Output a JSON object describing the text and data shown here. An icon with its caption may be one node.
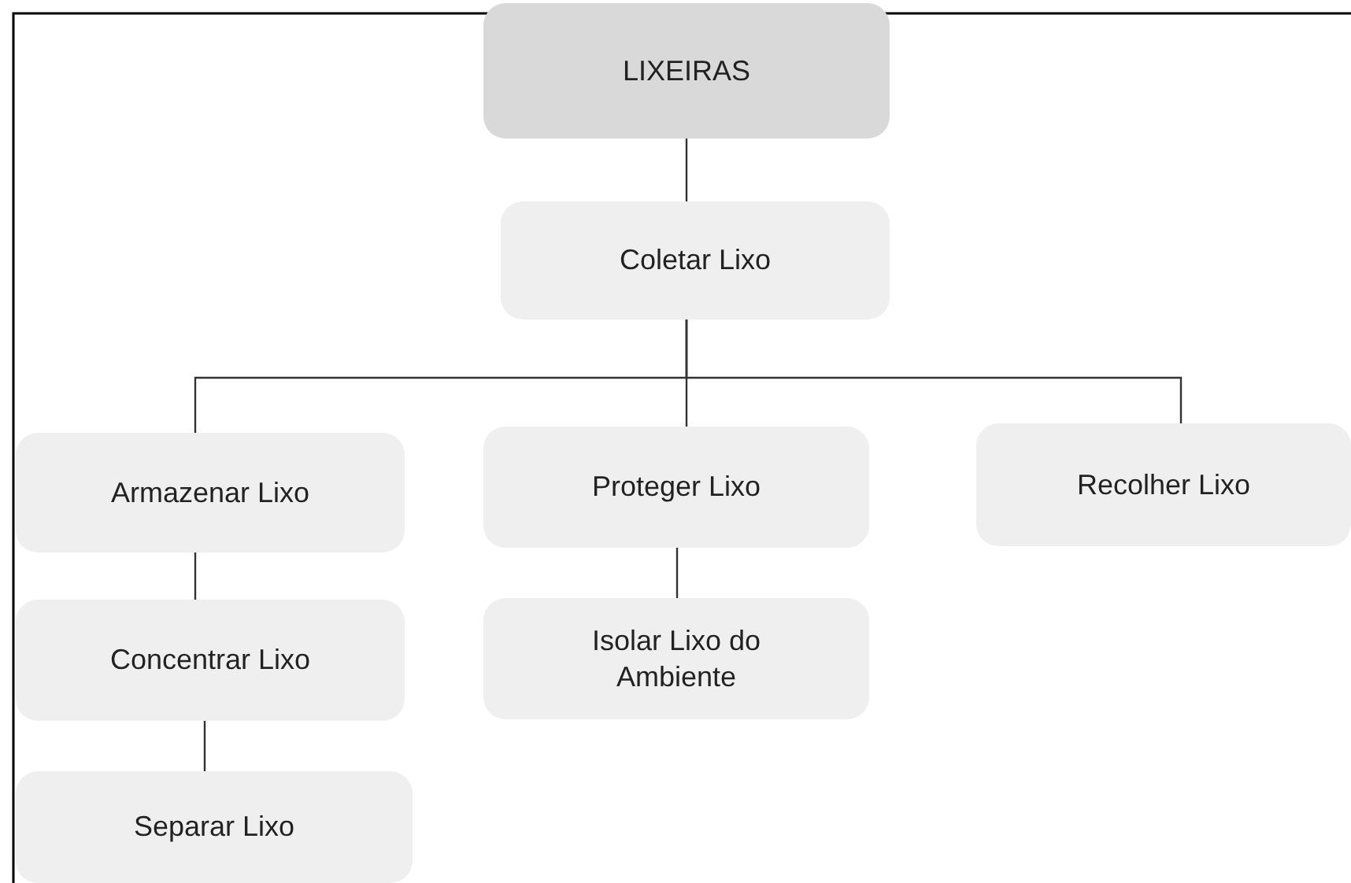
{
  "diagram": {
    "nodes": [
      {
        "text": [
          "LIXEIRAS"
        ]
      },
      {
        "text": [
          "Coletar Lixo"
        ]
      },
      {
        "text": [
          "Armazenar Lixo"
        ]
      },
      {
        "text": [
          "Proteger Lixo"
        ]
      },
      {
        "text": [
          "Recolher Lixo"
        ]
      },
      {
        "text": [
          "Concentrar Lixo"
        ]
      },
      {
        "text": [
          "Isolar Lixo do Ambiente"
        ]
      },
      {
        "text": [
          "Separar Lixo"
        ]
      }
    ],
    "edges": [
      {
        "from": 0,
        "to": 1,
        "arrow": "none"
      },
      {
        "from": 1,
        "to": 2,
        "arrow": "none"
      },
      {
        "from": 1,
        "to": 3,
        "arrow": "none"
      },
      {
        "from": 1,
        "to": 4,
        "arrow": "none"
      },
      {
        "from": 2,
        "to": 5,
        "arrow": "none"
      },
      {
        "from": 3,
        "to": 6,
        "arrow": "none"
      },
      {
        "from": 5,
        "to": 7,
        "arrow": "none"
      }
    ]
  }
}
